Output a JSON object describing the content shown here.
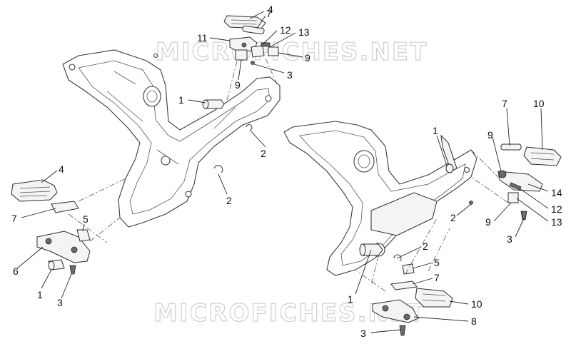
{
  "watermark": {
    "top": "MICROFICHES.NET",
    "bottom": "MICROFICHES.NET"
  },
  "callouts": {
    "top_4": "4",
    "top_7": "7",
    "top_11": "11",
    "top_12": "12",
    "top_13": "13",
    "top_9a": "9",
    "top_9b": "9",
    "top_3": "3",
    "left_1": "1",
    "left_2a": "2",
    "left_2b": "2",
    "left_4": "4",
    "left_7": "7",
    "left_5": "5",
    "left_6": "6",
    "left_1b": "1",
    "left_3": "3",
    "right_1a": "1",
    "right_7": "7",
    "right_10a": "10",
    "right_9a": "9",
    "right_14": "14",
    "right_12": "12",
    "right_13": "13",
    "right_9b": "9",
    "right_3a": "3",
    "right_2a": "2",
    "right_2b": "2",
    "right_5": "5",
    "right_1b": "1",
    "right_7b": "7",
    "right_10b": "10",
    "right_8": "8",
    "right_3b": "3"
  }
}
